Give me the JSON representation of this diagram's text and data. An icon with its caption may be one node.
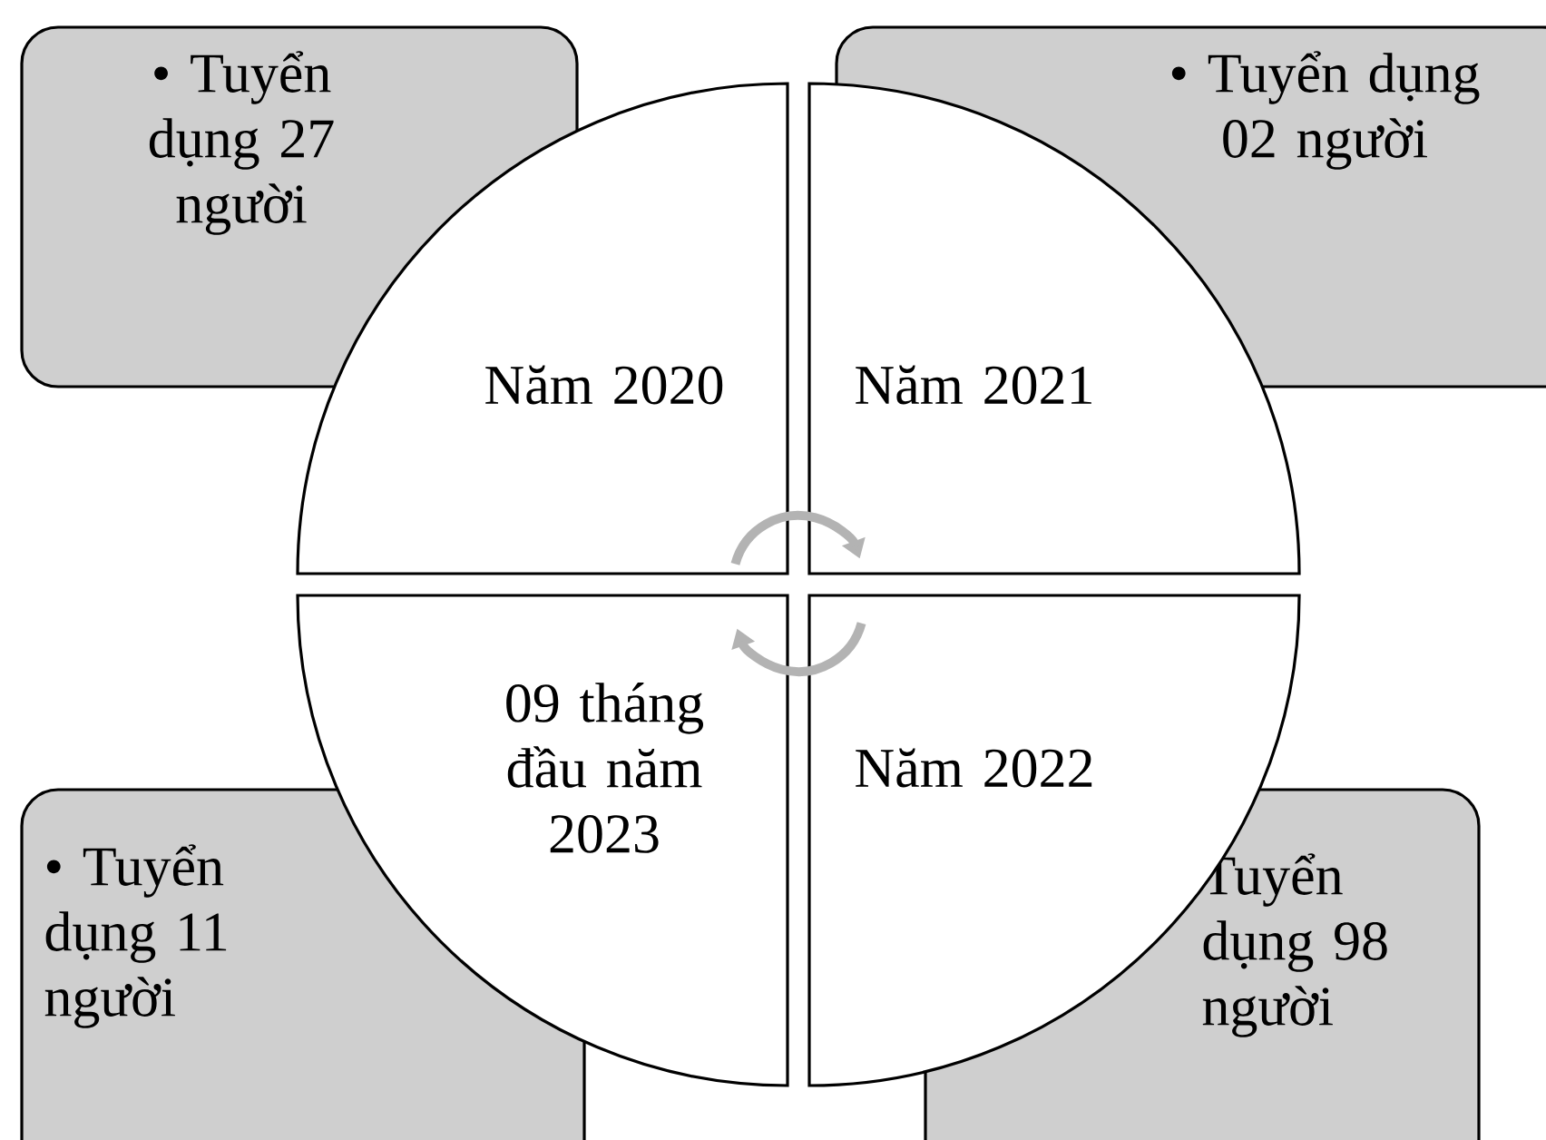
{
  "diagram": {
    "nodes": [
      {
        "text": [
          "• Tuyển dụng 27 người"
        ]
      },
      {
        "text": [
          "• Tuyển dụng 02 người"
        ]
      },
      {
        "text": [
          "• Tuyển dụng 11 người"
        ]
      },
      {
        "text": [
          "Tuyển dụng 98 người"
        ]
      },
      {
        "text": [
          "Năm 2020"
        ]
      },
      {
        "text": [
          "Năm 2021"
        ]
      },
      {
        "text": [
          "09 tháng đầu năm 2023"
        ]
      },
      {
        "text": [
          "Năm 2022"
        ]
      }
    ],
    "edges": [
      {
        "from": 4,
        "to": 5,
        "arrow": "to"
      },
      {
        "from": 7,
        "to": 6,
        "arrow": "to"
      }
    ]
  }
}
